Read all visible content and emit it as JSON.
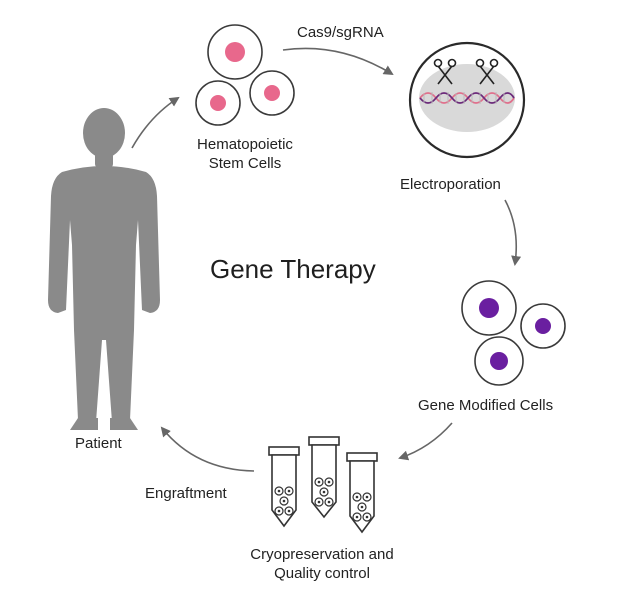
{
  "title": "Gene Therapy",
  "labels": {
    "patient": "Patient",
    "hsc_line1": "Hematopoietic",
    "hsc_line2": "Stem Cells",
    "cas9": "Cas9/sgRNA",
    "electroporation": "Electroporation",
    "gene_modified": "Gene Modified Cells",
    "cryo_line1": "Cryopreservation and",
    "cryo_line2": "Quality control",
    "engraftment": "Engraftment"
  },
  "colors": {
    "body_silhouette": "#8a8a8a",
    "arrow": "#666666",
    "cell_outline": "#3a3a3a",
    "stem_nucleus": "#e8688c",
    "modified_nucleus": "#6a1fa0",
    "electroporation_fill": "#d9d9d9",
    "dna": "#e0708c"
  }
}
